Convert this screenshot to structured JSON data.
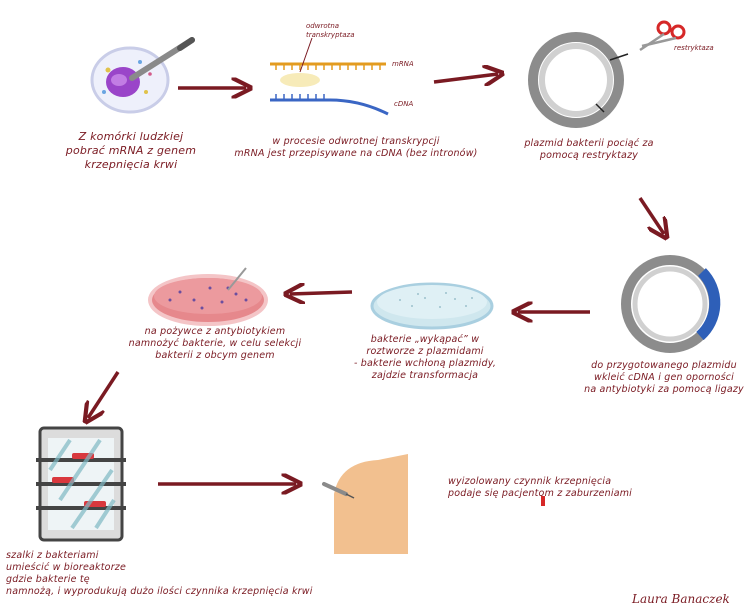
{
  "steps": {
    "s1": "Z komórki ludzkiej\npobrać mRNA z genem\nkrzepnięcia krwi",
    "s2": "w procesie odwrotnej transkrypcji\nmRNA jest przepisywane na cDNA (bez intronów)",
    "s3": "plazmid bakterii pociąć za\npomocą restryktazy",
    "s4": "do przygotowanego plazmidu\nwkleić cDNA i gen oporności\nna antybiotyki za pomocą ligazy",
    "s5": "bakterie „wykąpać” w\nroztworze z plazmidami\n- bakterie wchłoną plazmidy,\nzajdzie transformacja",
    "s6": "na pożywce z antybiotykiem\nnamnożyć bakterie, w celu selekcji\nbakterii z obcym genem",
    "s7": "szalki z bakteriami\numieścić w bioreaktorze\ngdzie bakterie tę\nnamnożą, i wyprodukują dużo ilości czynnika krzepnięcia krwi",
    "s8": "wyizolowany czynnik krzepnięcia\npodaje się pacjentom z zaburzeniami"
  },
  "labels": {
    "transcriptase": "odwrotna\ntranskryptaza",
    "mrna": "mRNA",
    "cdna": "cDNA",
    "restriktaza": "restryktaza"
  },
  "signature": "Laura Banaczek",
  "colors": {
    "arrow": "#7a1a22",
    "text": "#7a1a22",
    "plasmid": "#8c8c8c",
    "gene": "#2e5fb8",
    "mrna": "#e39b1f",
    "cdna": "#3a66c4",
    "dish_red": "#e6888c",
    "dish_blue": "#cfe7ee",
    "skin": "#f2c08f",
    "cell": "#9a45c9"
  }
}
